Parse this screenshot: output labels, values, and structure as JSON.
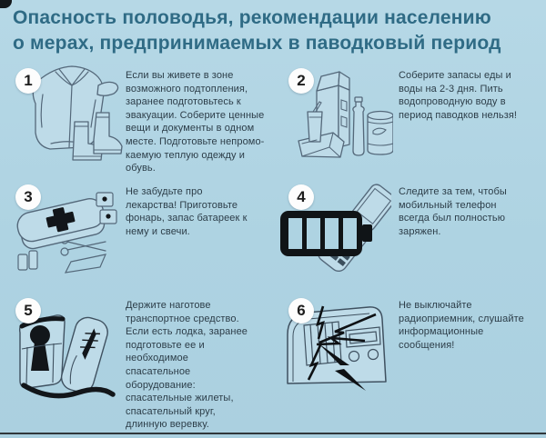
{
  "title": "Опасность половодья, рекомендации населению\nо мерах, предпринимаемых в паводковый период",
  "items": [
    {
      "number": "1",
      "icon": "jacket-boots-icon",
      "text": "Если вы живете в зоне\nвозможного подтопления,\nзаранее подготовьтесь к\nэвакуации. Соберите ценные\nвещи и документы в одном\nместе. Подготовьте непромо-\nкаемую теплую одежду и\nобувь."
    },
    {
      "number": "2",
      "icon": "food-water-supplies-icon",
      "text": "Соберите запасы еды и\nводы на 2-3 дня. Пить\nводопроводную воду в\nпериод паводков нельзя!"
    },
    {
      "number": "3",
      "icon": "first-aid-kit-icon",
      "text": "Не забудьте про\nлекарства! Приготовьте\nфонарь, запас батареек к\nнему и свечи."
    },
    {
      "number": "4",
      "icon": "battery-phone-icon",
      "text": "Следите за тем, чтобы\nмобильный телефон\nвсегда был полностью\nзаряжен."
    },
    {
      "number": "5",
      "icon": "life-vest-icon",
      "text": "Держите наготове\nтранспортное средство.\nЕсли есть лодка, заранее\nподготовьте ее и\nнеобходимое\nспасательное\nоборудование:\nспасательные жилеты,\nспасательный круг,\nдлинную веревку."
    },
    {
      "number": "6",
      "icon": "radio-icon",
      "text": "Не выключайте\nрадиоприемник, слушайте\nинформационные\nсообщения!"
    }
  ],
  "colors": {
    "background": "#aed3e2",
    "title_text": "#2f6b85",
    "body_text": "#2c3d48",
    "line_art": "#54687a",
    "ink_black": "#12161a",
    "badge_background": "#ffffff"
  }
}
